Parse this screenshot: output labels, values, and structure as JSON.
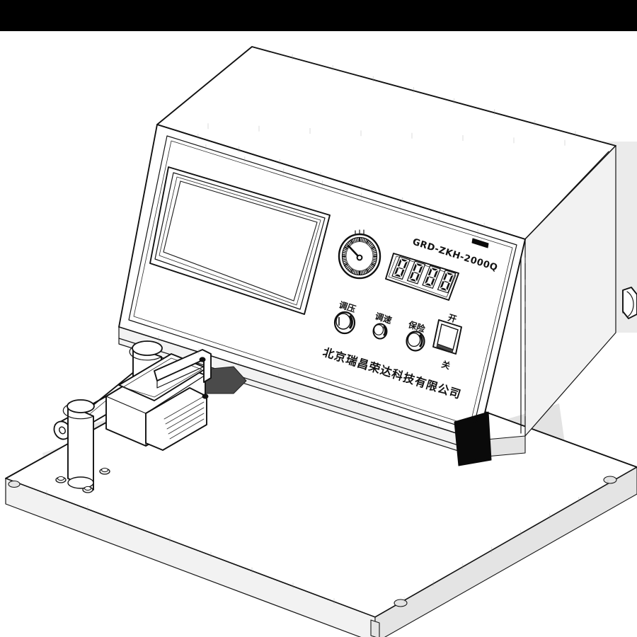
{
  "scene": {
    "subject": "benchtop-test-instrument",
    "view": "isometric-technical-line-drawing",
    "background_color": "#ffffff",
    "line_color": "#111111",
    "letterbox_color": "#000000"
  },
  "panel": {
    "model_label": "GRD-ZKH-2000Q",
    "brand_label": "北京瑞昌荣达科技有限公司",
    "screen": {
      "name": "display-screen",
      "content": ""
    },
    "gauge": {
      "name": "analog-pressure-gauge",
      "needle_angle_deg": -128,
      "tick_count": 60
    },
    "digital_display": {
      "name": "seven-segment-readout",
      "digit_count": 4,
      "value": "8888"
    },
    "controls": [
      {
        "id": "knob-pressure",
        "label": "调压",
        "type": "rotary-knob",
        "size": "large"
      },
      {
        "id": "knob-speed",
        "label": "调速",
        "type": "rotary-knob",
        "size": "small"
      },
      {
        "id": "knob-fuse",
        "label": "保险",
        "type": "rotary-knob",
        "size": "medium"
      }
    ],
    "power_switch": {
      "id": "power-rocker-switch",
      "label_on": "开",
      "label_off": "关",
      "state": "off"
    }
  },
  "fixture": {
    "name": "specimen-clamp-assembly",
    "parts": [
      {
        "id": "vertical-post-left",
        "type": "cylinder"
      },
      {
        "id": "vertical-post-right",
        "type": "cylinder"
      },
      {
        "id": "horizontal-roller",
        "type": "cylinder"
      },
      {
        "id": "clamp-block",
        "type": "block"
      },
      {
        "id": "slide-rail",
        "type": "rail"
      },
      {
        "id": "mounting-bolts",
        "type": "bolt",
        "count": 4
      }
    ]
  },
  "base": {
    "name": "base-platform",
    "type": "slab",
    "feet_count": 3
  },
  "side": {
    "name": "side-adjust-knob",
    "position": "right-edge"
  }
}
